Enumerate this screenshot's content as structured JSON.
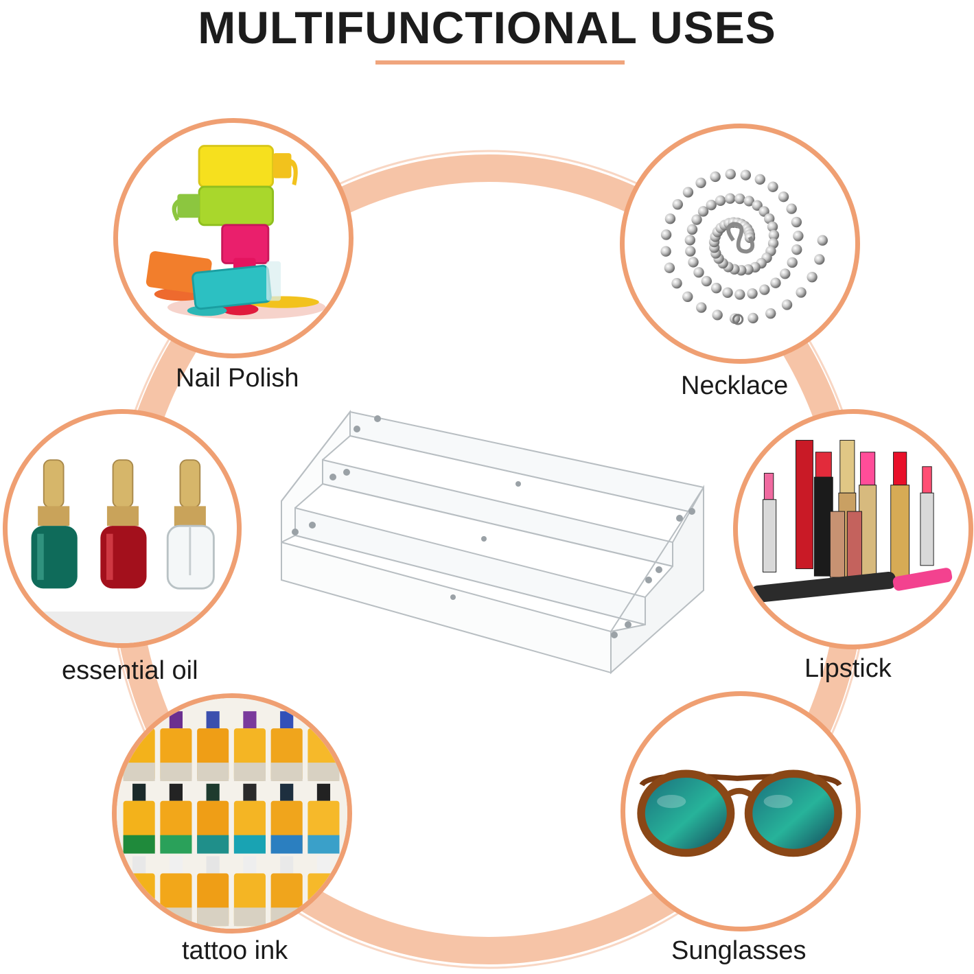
{
  "heading": "MULTIFUNCTIONAL USES",
  "colors": {
    "accent": "#ef9f72",
    "ring": "#f4b898",
    "text": "#1a1a1a"
  },
  "center_product": {
    "icon": "acrylic-display-rack-icon"
  },
  "uses": [
    {
      "label": "Nail Polish",
      "icon": "nail-polish-icon"
    },
    {
      "label": "Necklace",
      "icon": "necklace-icon"
    },
    {
      "label": "essential oil",
      "icon": "essential-oil-icon"
    },
    {
      "label": "Lipstick",
      "icon": "lipstick-icon"
    },
    {
      "label": "tattoo ink",
      "icon": "tattoo-ink-icon"
    },
    {
      "label": "Sunglasses",
      "icon": "sunglasses-icon"
    }
  ]
}
